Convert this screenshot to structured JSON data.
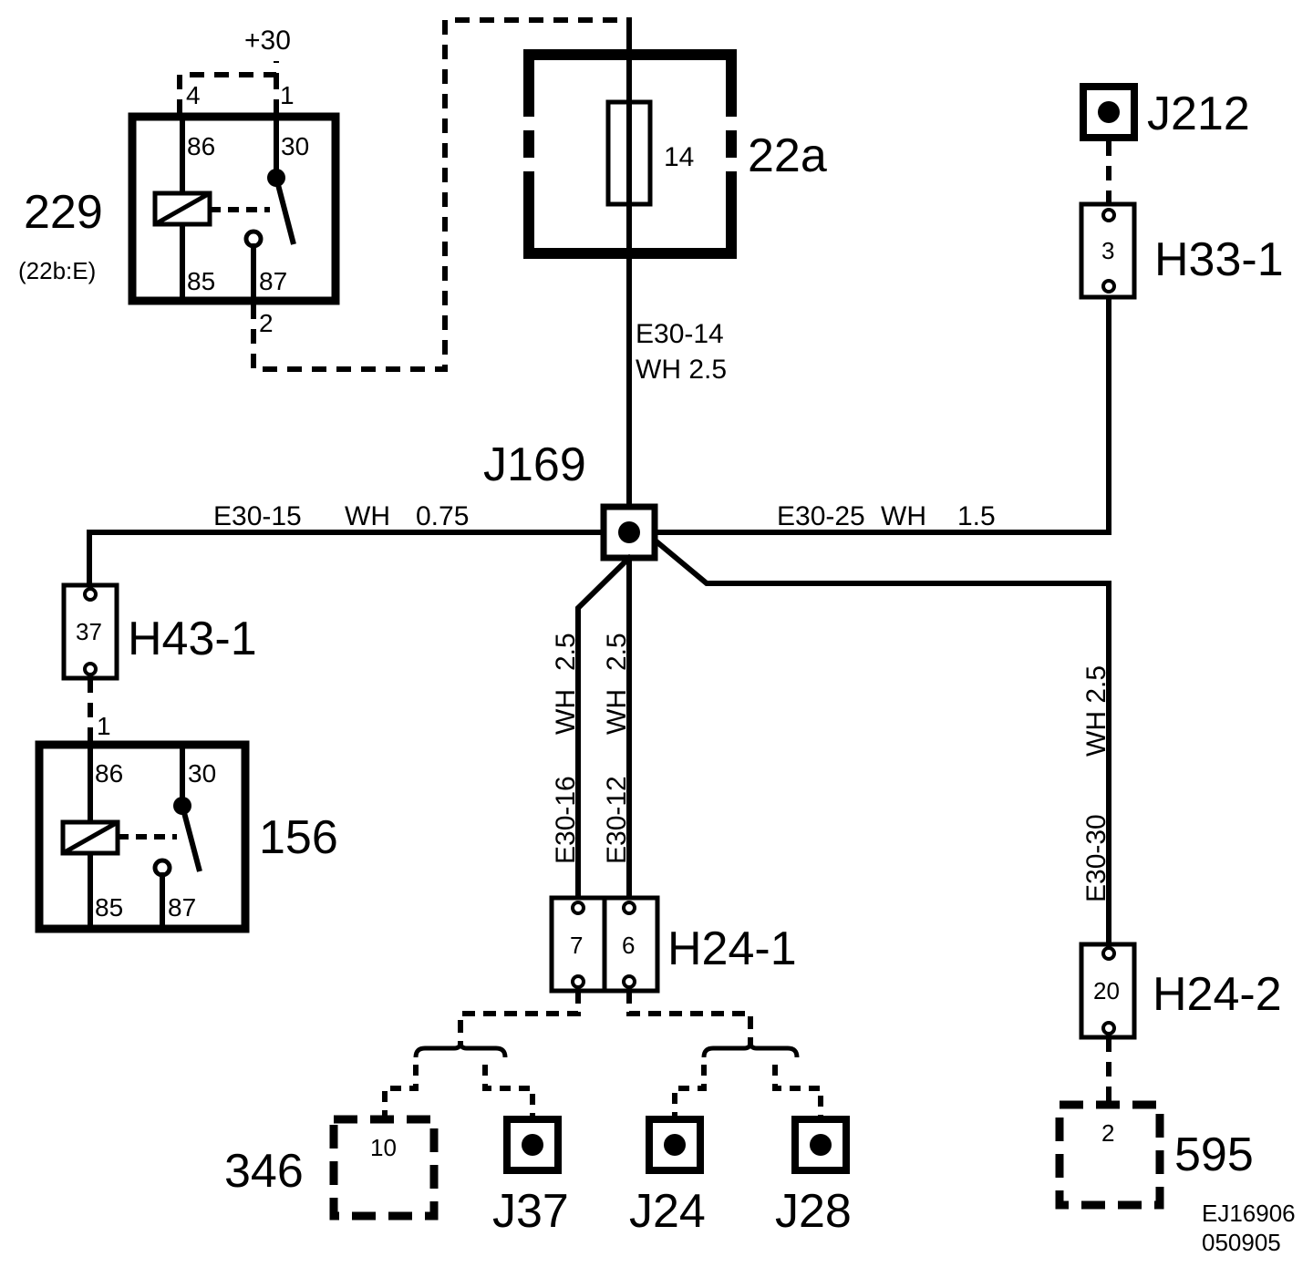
{
  "components": {
    "relay_229": {
      "id": "229",
      "ref": "(22b:E)",
      "supply": "+30",
      "pin_4": "4",
      "pin_1": "1",
      "pin_2": "2",
      "t86": "86",
      "t30": "30",
      "t85": "85",
      "t87": "87"
    },
    "fuse_box": {
      "id": "22a",
      "fuse": "14"
    },
    "relay_156": {
      "id": "156",
      "pin_1": "1",
      "t86": "86",
      "t30": "30",
      "t85": "85",
      "t87": "87"
    },
    "junction_main": "J169",
    "j212": "J212",
    "h33_1": {
      "id": "H33-1",
      "pin": "3"
    },
    "h43_1": {
      "id": "H43-1",
      "pin": "37"
    },
    "h24_1": {
      "id": "H24-1",
      "pin_a": "7",
      "pin_b": "6"
    },
    "h24_2": {
      "id": "H24-2",
      "pin": "20"
    },
    "comp_346": {
      "id": "346",
      "pin": "10"
    },
    "comp_595": {
      "id": "595",
      "pin": "2"
    },
    "j37": "J37",
    "j24": "J24",
    "j28": "J28"
  },
  "wires": {
    "e30_14": {
      "code": "E30-14",
      "spec": "WH 2.5"
    },
    "e30_15": {
      "code": "E30-15",
      "color": "WH",
      "size": "0.75"
    },
    "e30_25": {
      "code": "E30-25",
      "color": "WH",
      "size": "1.5"
    },
    "e30_16": {
      "code": "E30-16",
      "color": "WH",
      "size": "2.5"
    },
    "e30_12": {
      "code": "E30-12",
      "color": "WH",
      "size": "2.5"
    },
    "e30_30": {
      "code": "E30-30",
      "spec": "WH 2.5"
    }
  },
  "drawing_ref": {
    "number": "EJ16906",
    "date": "050905"
  }
}
